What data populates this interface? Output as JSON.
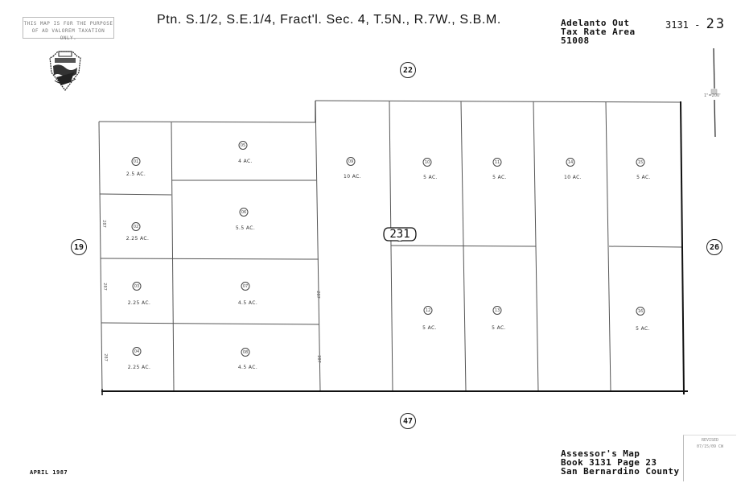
{
  "header": {
    "disclaimer_line1": "THIS MAP IS FOR THE PURPOSE",
    "disclaimer_line2": "OF AD VALOREM TAXATION ONLY.",
    "title": "Ptn. S.1/2, S.E.1/4, Fract'l. Sec. 4, T.5N., R.7W., S.B.M.",
    "tax_rate_area": {
      "line1": "Adelanto Out",
      "line2": "Tax Rate Area",
      "line3": "51008"
    },
    "map_number": {
      "book": "3131 -",
      "page": "23"
    }
  },
  "scale": {
    "label": "1\"=200'"
  },
  "adjacent_pages": {
    "north": "22",
    "west": "19",
    "east": "26",
    "south": "47"
  },
  "book_badge": "231",
  "parcels": [
    {
      "id": "01",
      "acres": "2.5 AC."
    },
    {
      "id": "02",
      "acres": "2.25 AC."
    },
    {
      "id": "03",
      "acres": "2.25 AC."
    },
    {
      "id": "04",
      "acres": "2.25 AC."
    },
    {
      "id": "05",
      "acres": "4 AC."
    },
    {
      "id": "06",
      "acres": "5.5 AC."
    },
    {
      "id": "07",
      "acres": "4.5 AC."
    },
    {
      "id": "08",
      "acres": "4.5 AC."
    },
    {
      "id": "09",
      "acres": "10 AC."
    },
    {
      "id": "10",
      "acres": "5 AC."
    },
    {
      "id": "11",
      "acres": "5 AC."
    },
    {
      "id": "12",
      "acres": "5 AC."
    },
    {
      "id": "13",
      "acres": "5 AC."
    },
    {
      "id": "14",
      "acres": "10 AC."
    },
    {
      "id": "15",
      "acres": "5 AC."
    },
    {
      "id": "16",
      "acres": "5 AC."
    }
  ],
  "dimensions": {
    "side": "287"
  },
  "footer": {
    "line1": "Assessor's Map",
    "line2": "Book 3131 Page 23",
    "line3": "San Bernardino County",
    "date": "APRIL 1987",
    "revised_label": "REVISED",
    "revised_date": "07/15/09 CW"
  }
}
